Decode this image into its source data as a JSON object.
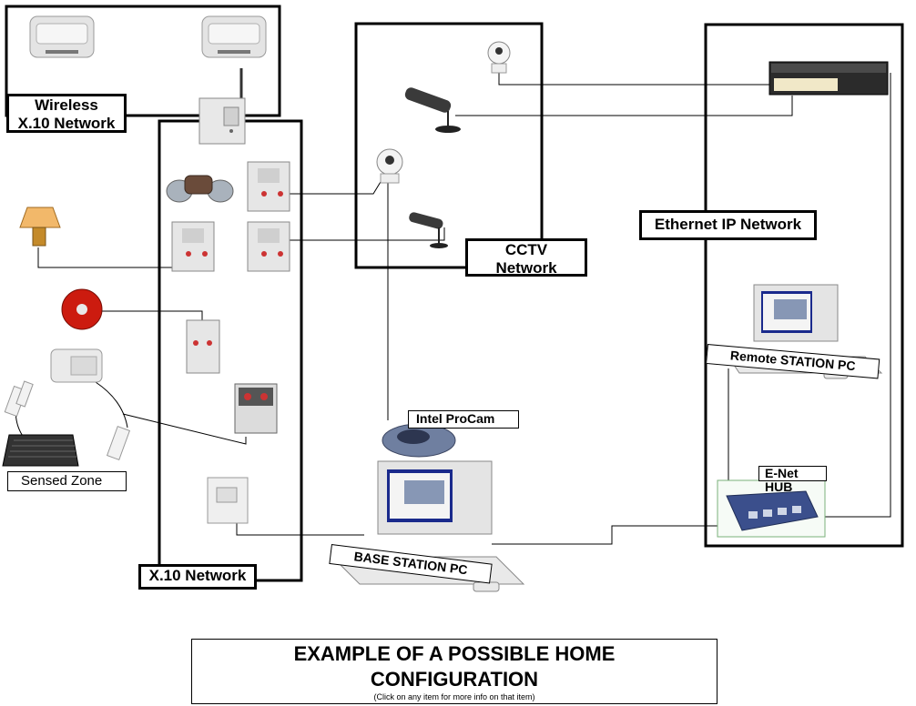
{
  "labels": {
    "wireless": [
      "Wireless",
      "X.10 Network"
    ],
    "x10": "X.10 Network",
    "cctv": [
      "CCTV",
      "Network"
    ],
    "ethernet": "Ethernet IP Network",
    "intel_procam": "Intel ProCam",
    "sensed_zone": "Sensed Zone",
    "enet_hub": "E-Net HUB",
    "remote_station": "Remote STATION PC",
    "base_station": "BASE STATION PC"
  },
  "caption": {
    "title_line1": "EXAMPLE OF A POSSIBLE HOME",
    "title_line2": "CONFIGURATION",
    "subtitle": "(Click on any item for more info on that item)"
  },
  "colors": {
    "line": "#000000",
    "device_grey": "#d8d8d8",
    "device_light": "#eeeeee",
    "siren_red": "#cc1b0f",
    "lamp_shade": "#f2b86a",
    "hub_blue": "#3b4f8c",
    "hub_border": "#7bb07b",
    "screen_blue": "#1a2a8c"
  }
}
